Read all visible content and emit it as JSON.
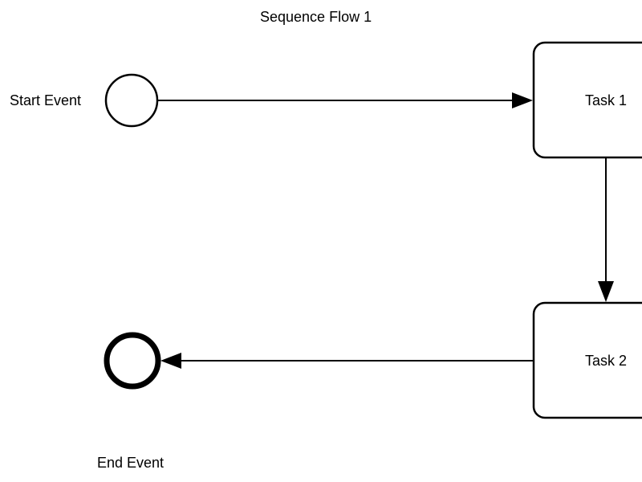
{
  "diagram": {
    "sequence_flow_label": "Sequence Flow 1",
    "start_event_label": "Start Event",
    "end_event_label": "End Event",
    "task1_label": "Task 1",
    "task2_label": "Task 2"
  },
  "colors": {
    "stroke": "#000000",
    "background": "#ffffff"
  }
}
